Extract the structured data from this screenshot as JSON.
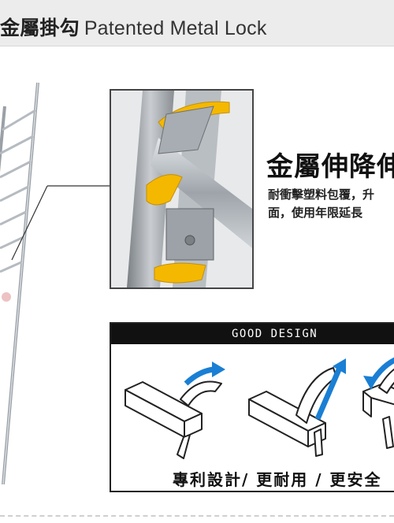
{
  "header": {
    "title_cjk": "金屬掛勾",
    "title_en": "Patented Metal Lock"
  },
  "feature": {
    "title": "金屬伸降伸",
    "desc_line1": "耐衝擊塑料包覆，升",
    "desc_line2": "面，使用年限延長"
  },
  "design": {
    "label": "GOOD DESIGN",
    "caption": "專利設計/ 更耐用 / 更安全"
  },
  "colors": {
    "accent_yellow": "#f5b800",
    "arrow_blue": "#1a7fd4",
    "header_bg": "#ececec"
  }
}
